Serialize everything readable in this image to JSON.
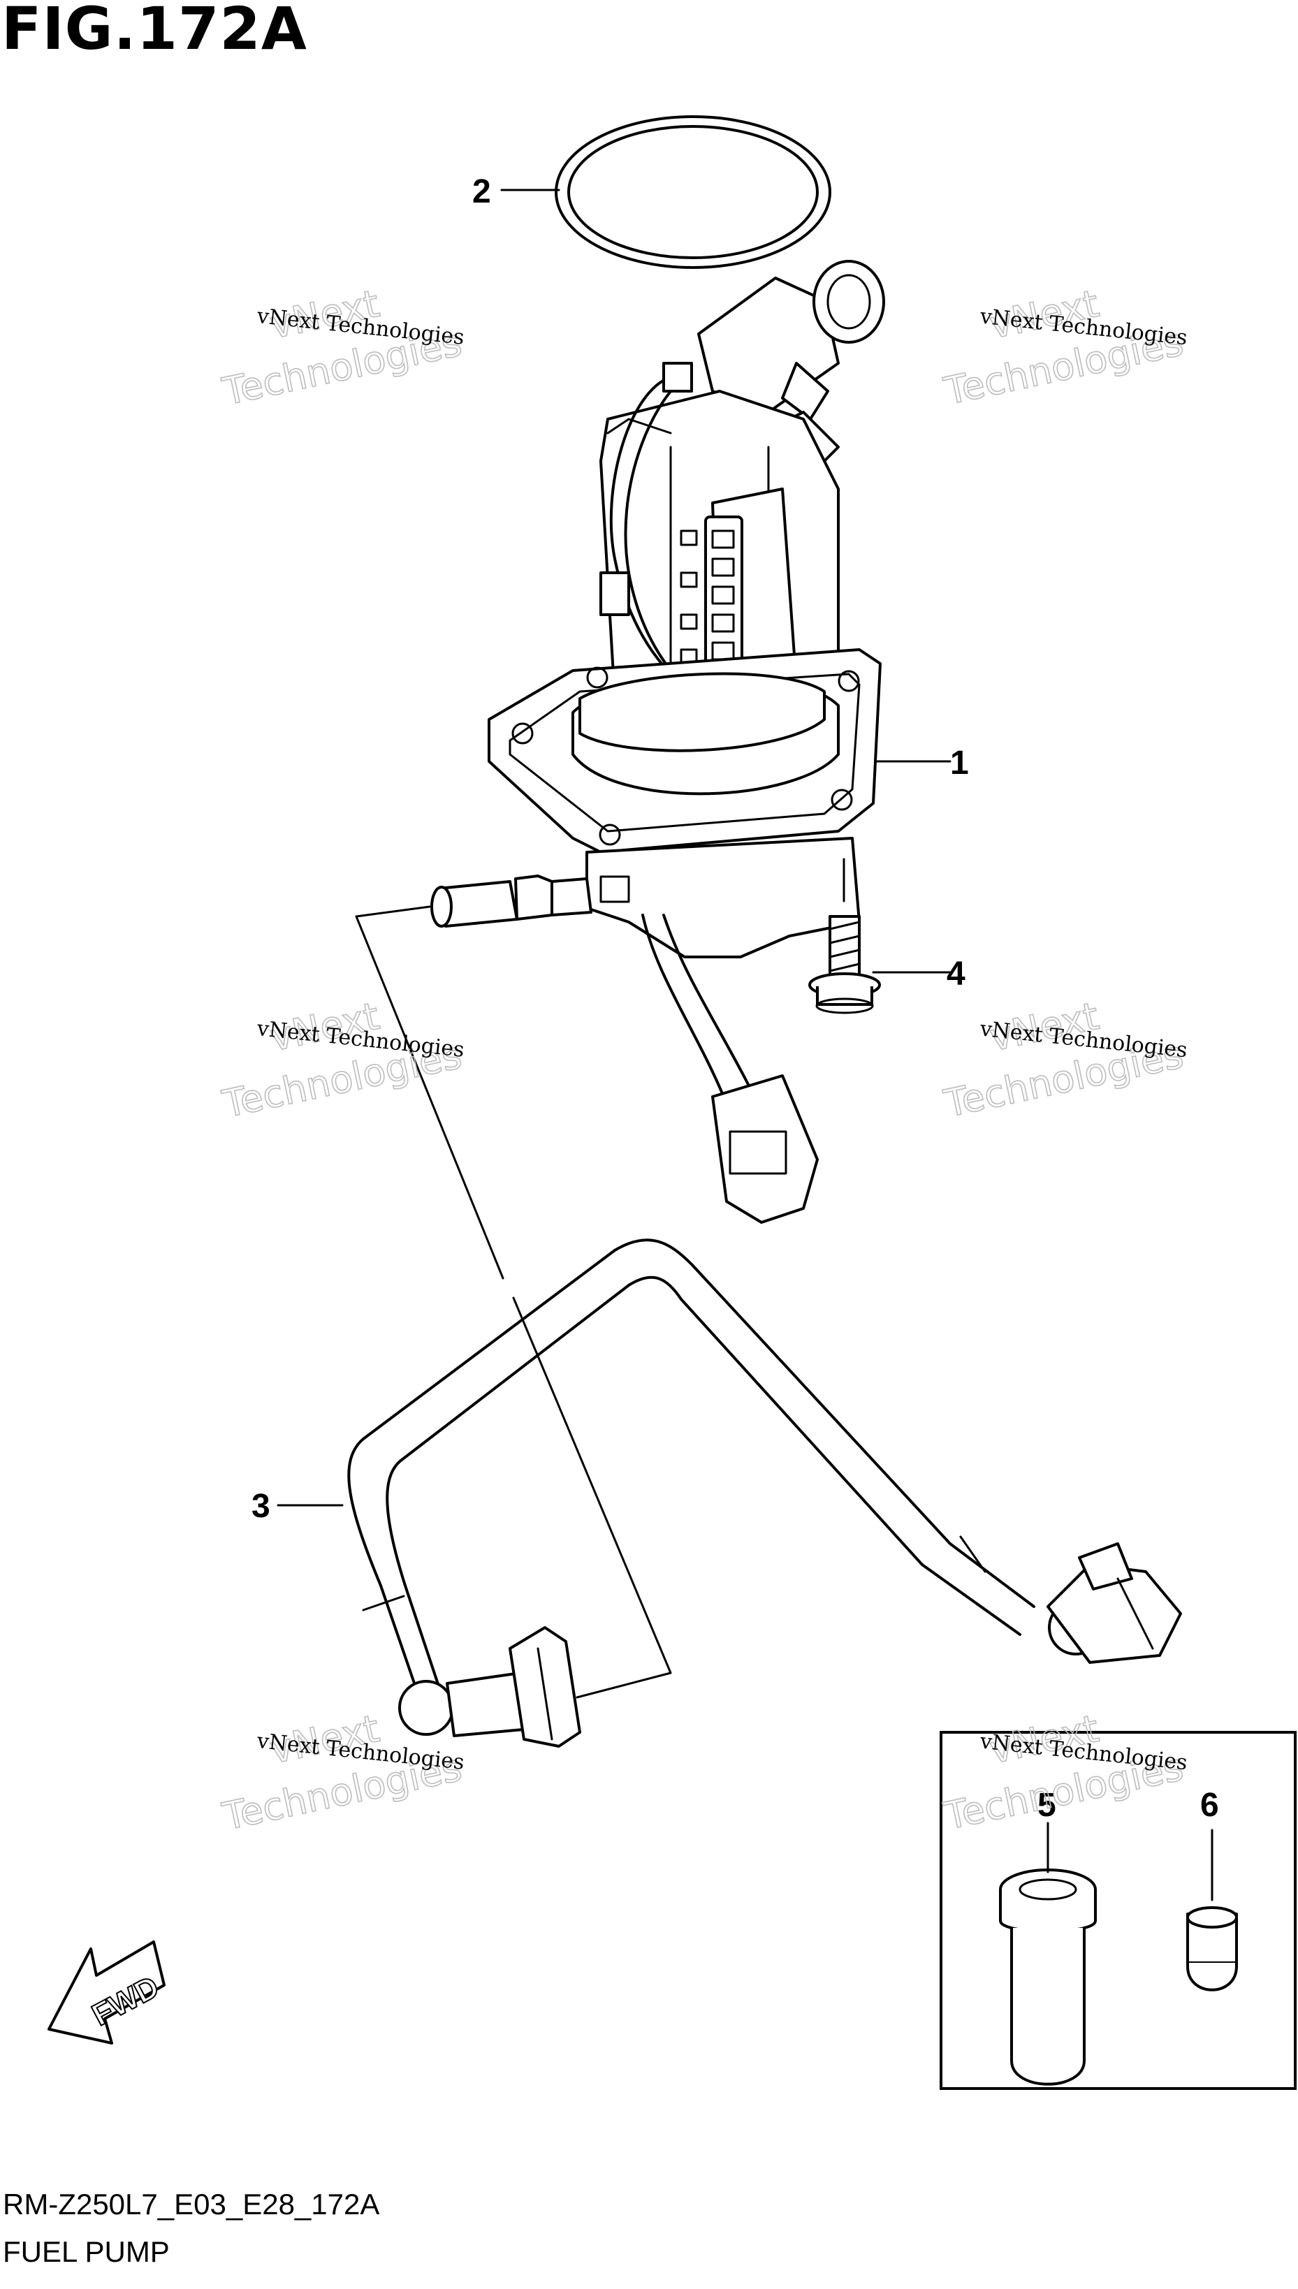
{
  "figure_title": "FIG.172A",
  "diagram_code": "RM-Z250L7_E03_E28_172A",
  "diagram_name": "FUEL PUMP",
  "callouts": [
    "1",
    "2",
    "3",
    "4",
    "5",
    "6"
  ],
  "watermark": {
    "small_text": "vNext Technologies",
    "large_line1": "vNext",
    "large_line2": "Technologies"
  },
  "fwd_label": "FWD"
}
